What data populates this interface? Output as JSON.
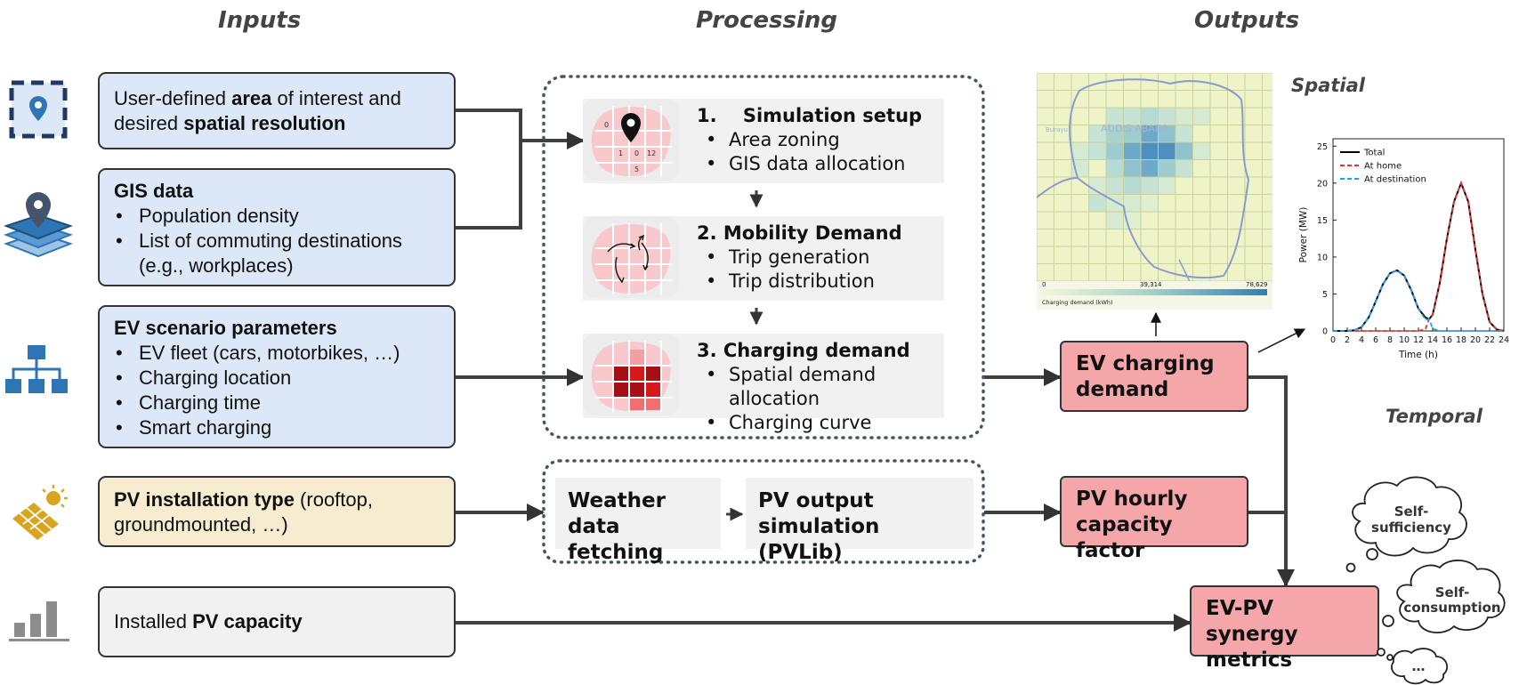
{
  "headers": {
    "inputs": "Inputs",
    "processing": "Processing",
    "outputs": "Outputs"
  },
  "icons": {
    "input1": "map-pin-dashed-icon",
    "input2": "gis-layers-icon",
    "input3": "hierarchy-icon",
    "input4": "solar-panel-icon",
    "input5": "bar-chart-icon"
  },
  "colors": {
    "input_blue": "#dce8f7",
    "input_cream": "#f7ecd0",
    "output_pink": "#f4a6a8",
    "icon_blue": "#2e75b6",
    "pv_gold": "#d9a520"
  },
  "inputs": {
    "area": {
      "t1": "User-defined ",
      "b1": "area",
      "t2": " of interest and",
      "t3": "desired ",
      "b2": "spatial resolution"
    },
    "gis": {
      "title": "GIS data",
      "items": [
        "Population  density",
        "List of commuting  destinations",
        "(e.g., workplaces)"
      ]
    },
    "ev": {
      "title": "EV scenario parameters",
      "items": [
        "EV fleet (cars, motorbikes, …)",
        "Charging location",
        "Charging time",
        "Smart charging"
      ]
    },
    "pv_type": {
      "b": "PV installation type",
      "t1": " (rooftop,",
      "t2": "groundmounted,  …)"
    },
    "pv_cap": {
      "t": "Installed ",
      "b": "PV capacity"
    }
  },
  "processing": {
    "step1": {
      "title": "1.    Simulation setup",
      "items": [
        "Area zoning",
        "GIS data allocation"
      ],
      "grid_numbers": [
        "0",
        "1",
        "0",
        "12",
        "5"
      ]
    },
    "step2": {
      "title": "2. Mobility Demand",
      "items": [
        "Trip generation",
        "Trip distribution"
      ]
    },
    "step3": {
      "title": "3. Charging demand",
      "items": [
        "Spatial demand allocation",
        "Charging curve"
      ]
    },
    "weather": {
      "l1": "Weather",
      "l2": "data fetching"
    },
    "pvsim": {
      "l1": "PV output",
      "l2": "simulation (PVLib)"
    }
  },
  "outputs": {
    "ev_demand": {
      "l1": "EV charging",
      "l2": "demand"
    },
    "pv_factor": {
      "l1": "PV hourly",
      "l2": "capacity factor"
    },
    "synergy": {
      "l1": "EV-PV synergy",
      "l2": "metrics"
    },
    "spatial_label": "Spatial",
    "temporal_label": "Temporal",
    "map": {
      "city": "ADDIS ABABA",
      "city_left": "Burayu",
      "colorbar_min": "0",
      "colorbar_mid": "39,314",
      "colorbar_max": "78,629",
      "colorbar_title": "Charging demand (kWh)"
    },
    "clouds": {
      "c1a": "Self-",
      "c1b": "sufficiency",
      "c2a": "Self-",
      "c2b": "consumption",
      "c3": "…"
    }
  },
  "chart_data": {
    "type": "line",
    "xlabel": "Time (h)",
    "ylabel": "Power (MW)",
    "xlim": [
      0,
      24
    ],
    "ylim": [
      0,
      26
    ],
    "xticks": [
      0,
      2,
      4,
      6,
      8,
      10,
      12,
      14,
      16,
      18,
      20,
      22,
      24
    ],
    "yticks": [
      0,
      5,
      10,
      15,
      20,
      25
    ],
    "legend": "top-left",
    "x": [
      0,
      1,
      2,
      3,
      4,
      5,
      6,
      7,
      8,
      9,
      10,
      11,
      12,
      13,
      13.5,
      14,
      15,
      16,
      17,
      18,
      19,
      20,
      21,
      22,
      23,
      24
    ],
    "series": [
      {
        "name": "Total",
        "color": "#000000",
        "dash": "solid",
        "values": [
          0,
          0,
          0,
          0.1,
          0.5,
          1.8,
          4,
          6.3,
          7.8,
          8.2,
          7.5,
          5.5,
          3,
          1.8,
          1.6,
          2.2,
          6.5,
          12.5,
          17.5,
          20,
          17.5,
          11,
          5,
          1.2,
          0.2,
          0
        ]
      },
      {
        "name": "At home",
        "color": "#e3342f",
        "dash": "dashed",
        "values": [
          0,
          0,
          0,
          0,
          0,
          0,
          0,
          0,
          0,
          0,
          0,
          0,
          0,
          0.3,
          1.6,
          2.2,
          6.5,
          12.5,
          17.5,
          20,
          17.5,
          11,
          5,
          1.2,
          0.2,
          0
        ]
      },
      {
        "name": "At destination",
        "color": "#1fa0e8",
        "dash": "dashed",
        "values": [
          0,
          0,
          0,
          0.1,
          0.5,
          1.8,
          4,
          6.3,
          7.8,
          8.2,
          7.5,
          5.5,
          3,
          1.5,
          1.6,
          0.3,
          0,
          0,
          0,
          0,
          0,
          0,
          0,
          0,
          0,
          0
        ]
      }
    ]
  }
}
